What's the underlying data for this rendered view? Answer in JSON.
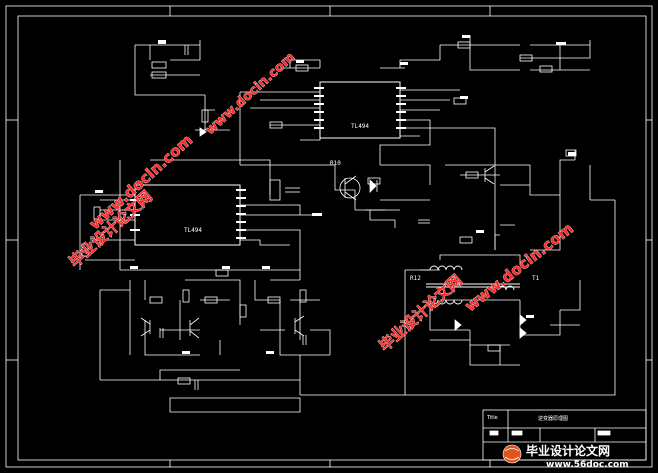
{
  "schematic": {
    "ic_upper_label": "TL494",
    "ic_left_label": "TL494",
    "resistor_label": "R10",
    "transformer_left_label": "R12",
    "transformer_right_label": "T1"
  },
  "watermarks": {
    "url_text": "www.docin.com",
    "stamp_text": "毕业设计论文网"
  },
  "title_block": {
    "title_label": "Title",
    "title_value": "逆变器原理图"
  },
  "footer_logo": {
    "brand": "毕业设计论文网",
    "url": "www.56doc.com"
  }
}
